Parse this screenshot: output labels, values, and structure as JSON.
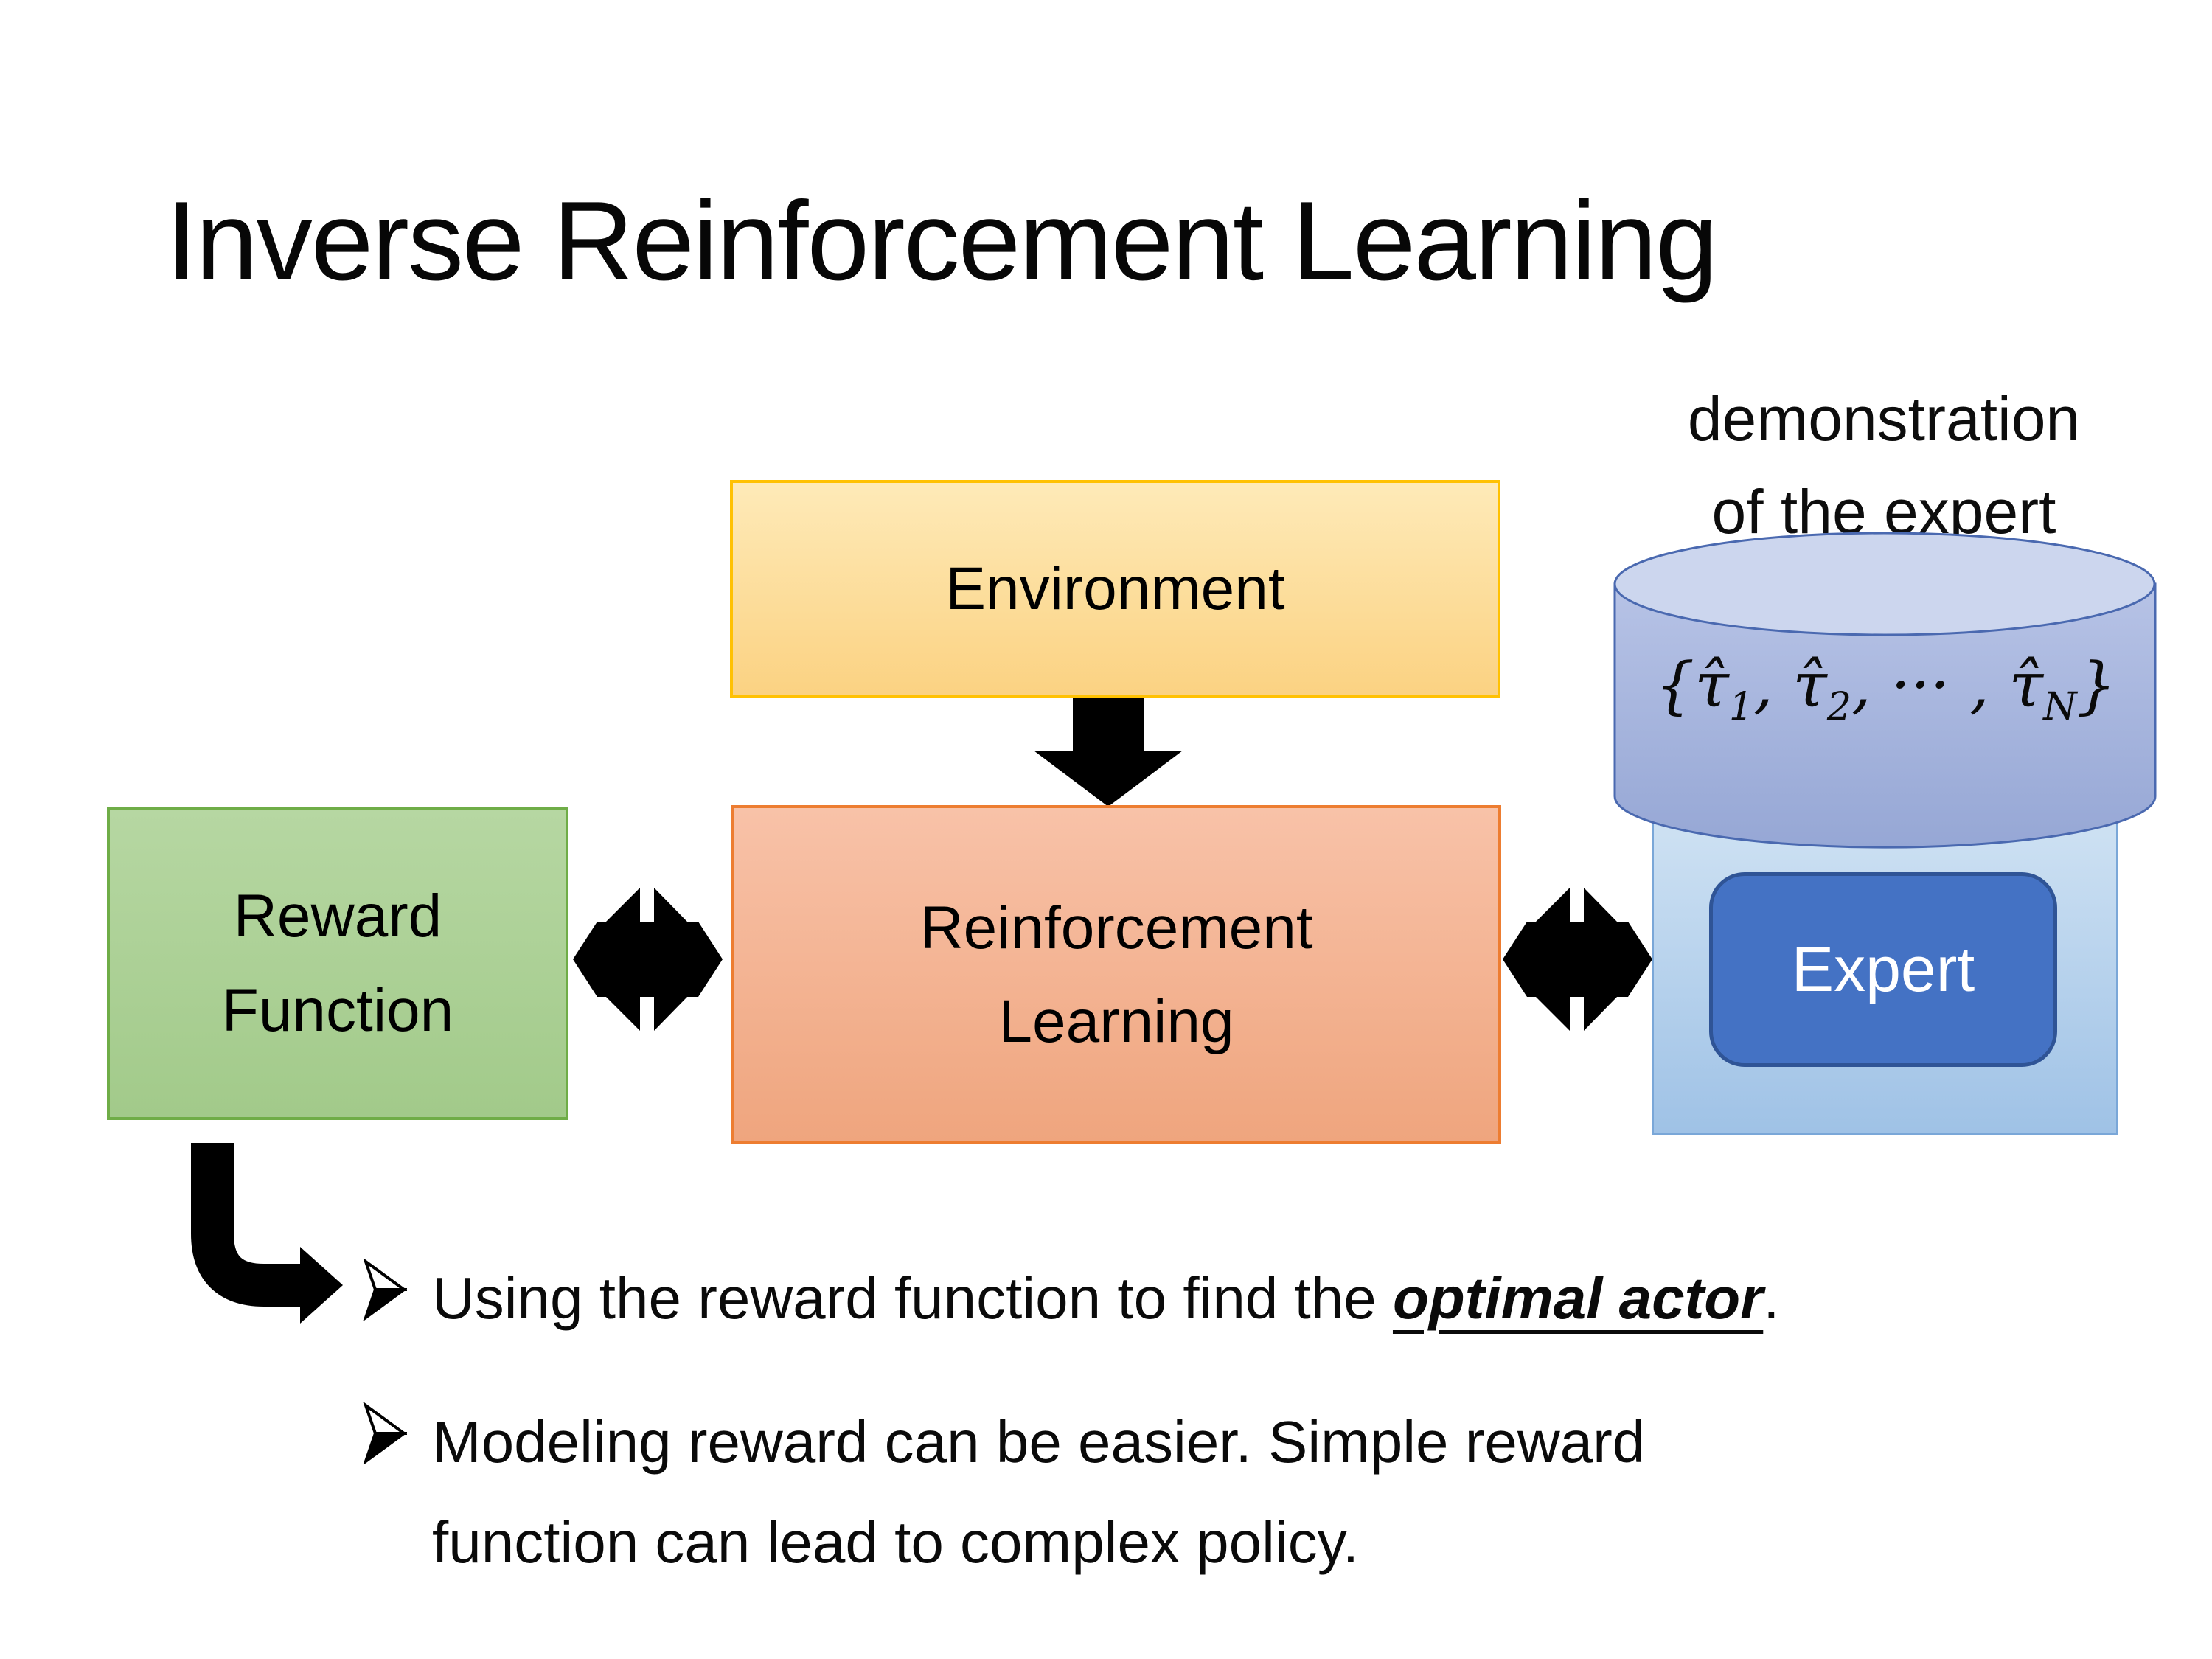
{
  "slide": {
    "title": "Inverse Reinforcement Learning"
  },
  "diagram": {
    "environment_box": {
      "label": "Environment"
    },
    "reward_box": {
      "line1": "Reward",
      "line2": "Function"
    },
    "rl_box": {
      "line1": "Reinforcement",
      "line2": "Learning"
    },
    "expert": {
      "button_label": "Expert"
    },
    "demonstration_caption": {
      "line1": "demonstration",
      "line2": "of the expert"
    },
    "formula": {
      "parts": [
        "{τ̂",
        "1",
        ", τ̂",
        "2",
        ", ··· , τ̂",
        "N",
        "}"
      ]
    },
    "icons": {
      "down_arrow": "block-arrow-down",
      "left_exchange_arrow": "quad-exchange-arrow",
      "right_exchange_arrow": "quad-exchange-arrow",
      "elbow_arrow": "bent-arrow-down-right"
    }
  },
  "bullets": {
    "item1": {
      "prefix": "Using the reward function to find the ",
      "emphasis": "optimal actor",
      "suffix": "."
    },
    "item2": {
      "line1": "Modeling reward can be easier. Simple reward",
      "line2": "function can lead to complex policy."
    }
  },
  "colors": {
    "background": "#ffffff",
    "environment_fill": "#fbd282",
    "environment_border": "#ffc103",
    "reward_fill": "#a9cf93",
    "reward_border": "#6fad47",
    "rl_fill": "#f3b294",
    "rl_border": "#ed7d31",
    "expert_rect_fill": "#b7d3ec",
    "expert_rect_border": "#7aa7d8",
    "expert_button_fill": "#4472c4",
    "expert_button_border": "#2f5496",
    "cylinder_fill": "#a5b3dc",
    "cylinder_top_fill": "#ccd6ee",
    "cylinder_border": "#4a69b0",
    "arrow_color": "#000000",
    "text_color": "#0a0a0a"
  }
}
